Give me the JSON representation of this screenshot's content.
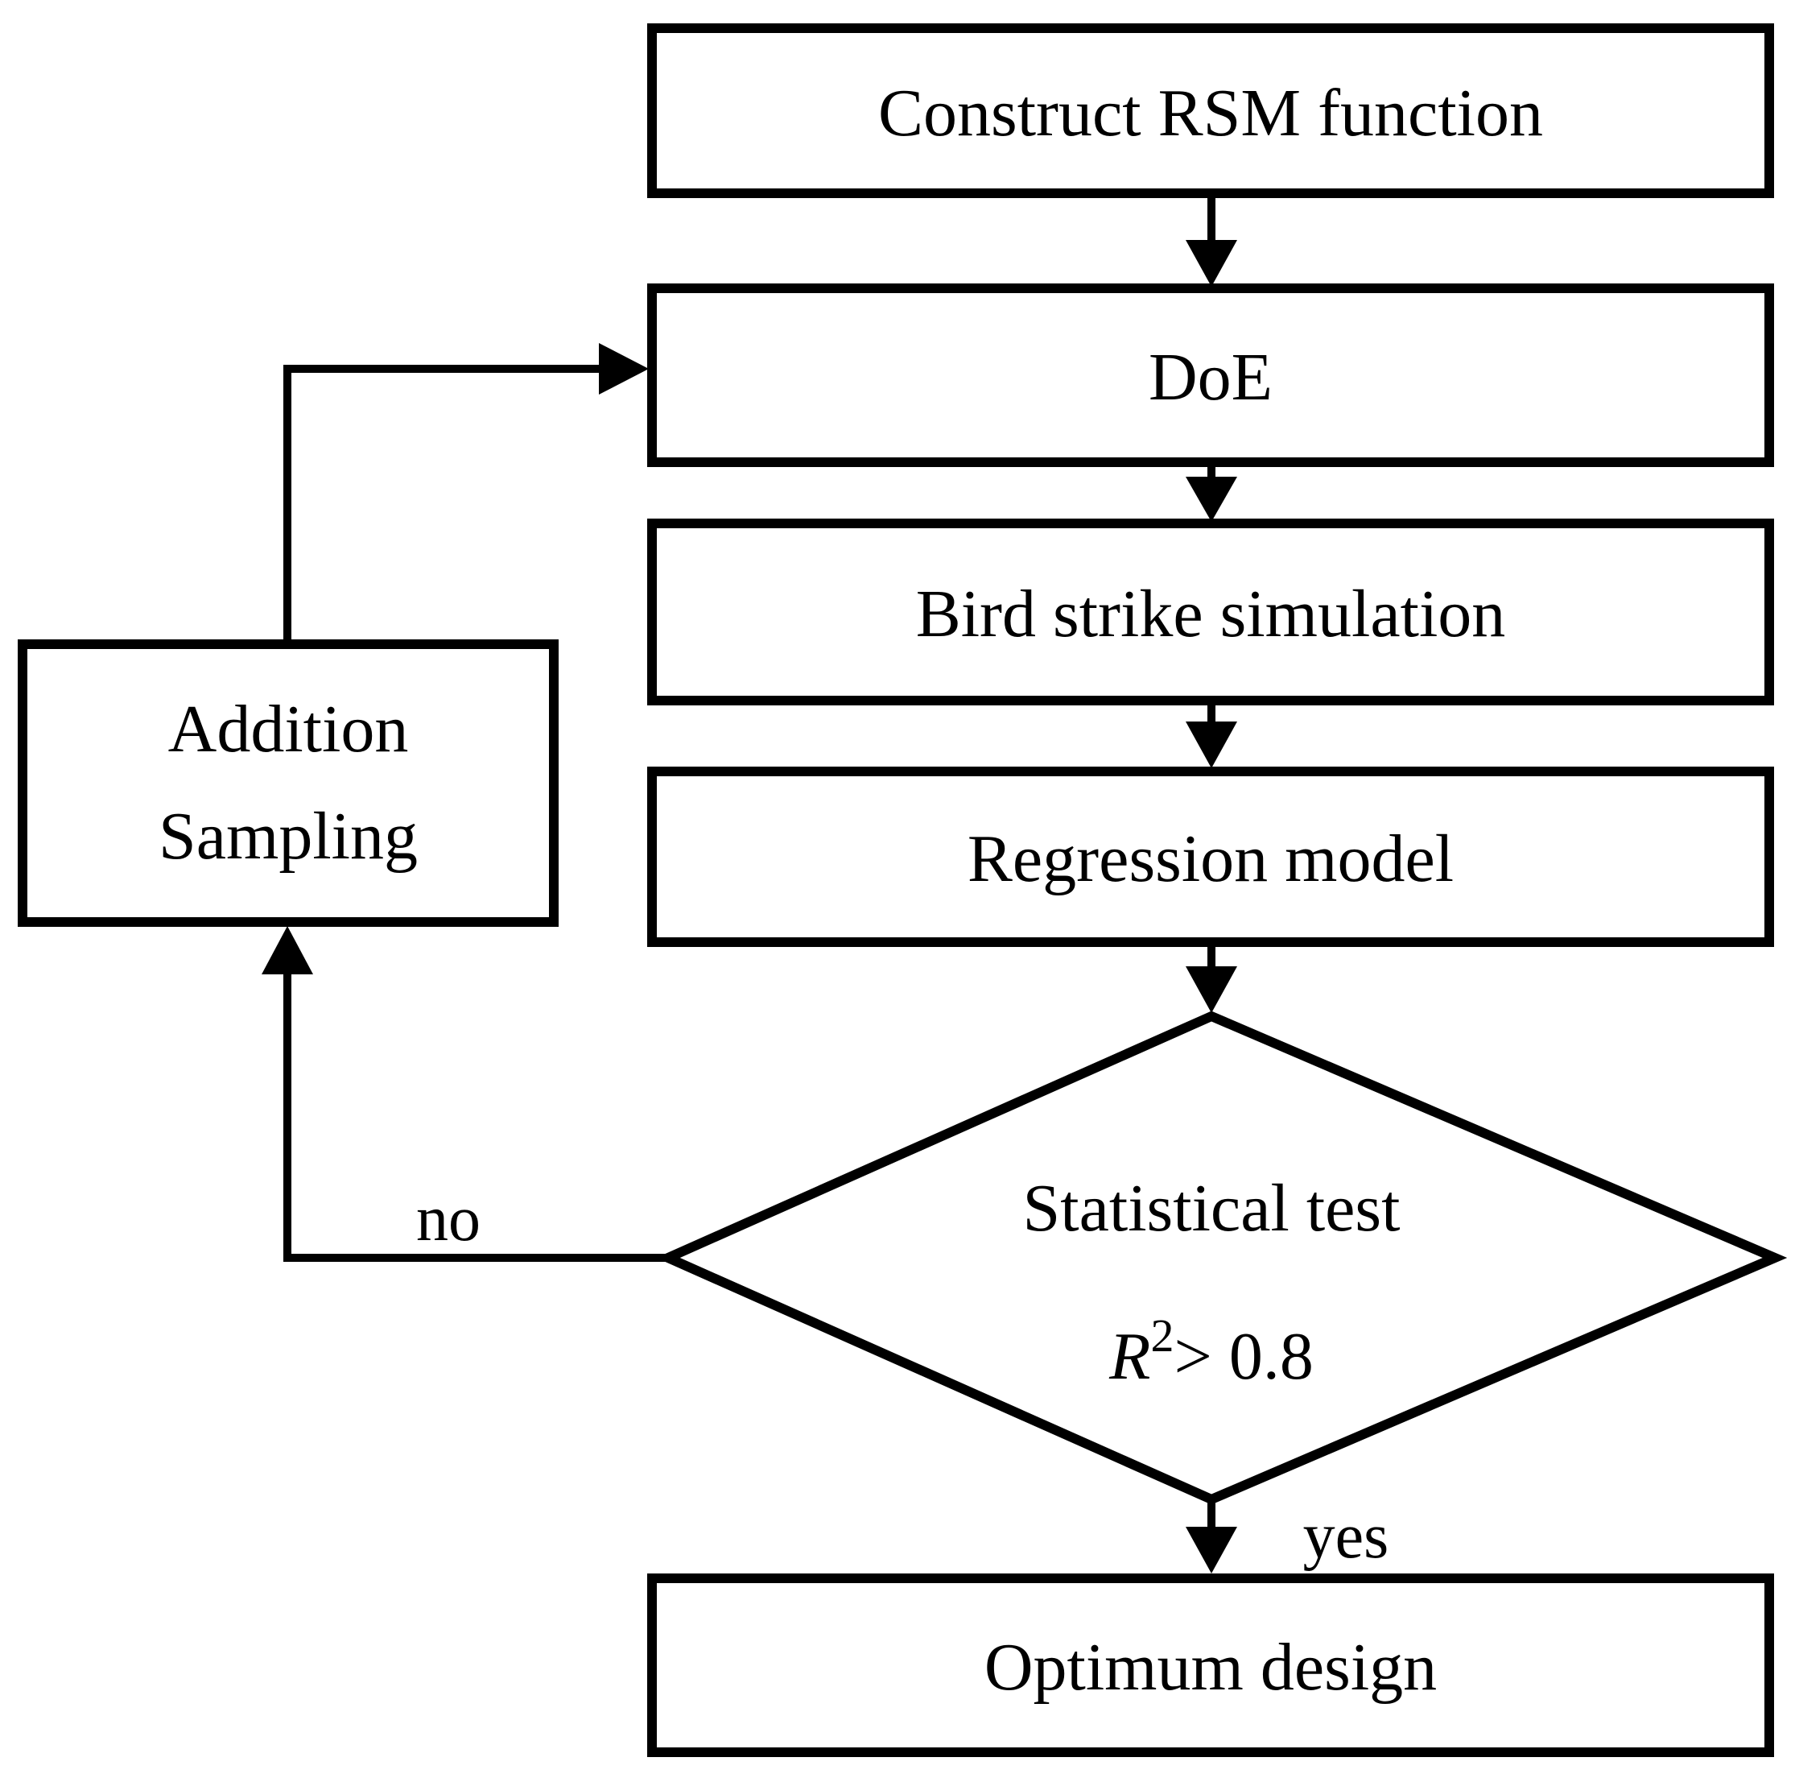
{
  "figure": {
    "background_color": "#ffffff",
    "line_color": "#000000",
    "nodes": {
      "construct_rsm": {
        "label": "Construct RSM function",
        "shape": "process"
      },
      "doe": {
        "label": "DoE",
        "shape": "process"
      },
      "bird_strike": {
        "label": "Bird strike simulation",
        "shape": "process"
      },
      "regression": {
        "label": "Regression model",
        "shape": "process"
      },
      "decision": {
        "shape": "decision",
        "line1": "Statistical test",
        "r_var": "R",
        "r_sup": "2",
        "r_rest": "> 0.8"
      },
      "addition_sampling": {
        "shape": "process",
        "line1": "Addition",
        "line2": "Sampling"
      },
      "optimum": {
        "label": "Optimum design",
        "shape": "process"
      }
    },
    "edges": {
      "no_label": "no",
      "yes_label": "yes"
    }
  }
}
